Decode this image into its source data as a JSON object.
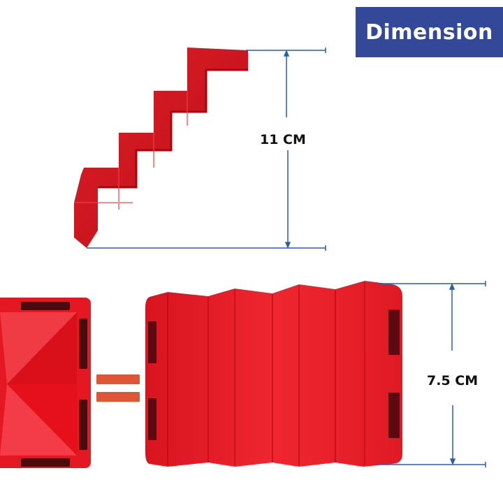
{
  "header": {
    "title": "Dimension",
    "bg_color": "#34489a",
    "text_color": "#ffffff"
  },
  "products": {
    "stairs": {
      "name": "red-magnetic-stair-piece",
      "color": "#d0101a",
      "height_label": "11  CM"
    },
    "folded_panel": {
      "name": "red-folded-magnetic-panel",
      "color": "#e01822",
      "height_label": "7.5 CM"
    },
    "flat_tile": {
      "name": "red-square-magnetic-tile",
      "color": "#e81520"
    }
  },
  "equals_sign": {
    "color": "#e05535"
  },
  "dimension_line_color": "#2a5cb0"
}
